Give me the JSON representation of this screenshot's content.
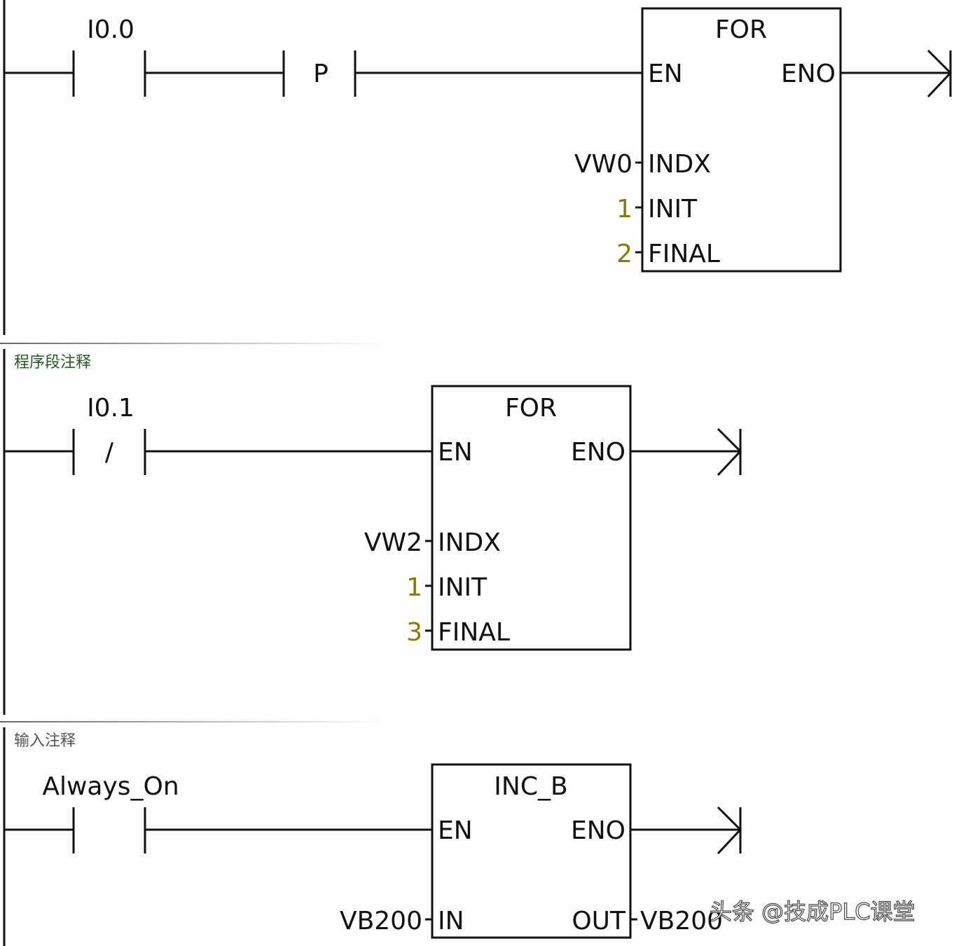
{
  "networks": [
    {
      "comment": "",
      "contact_label": "I0.0",
      "edge_label": "P",
      "box": {
        "title": "FOR",
        "en": "EN",
        "eno": "ENO",
        "params": [
          {
            "pin": "INDX",
            "value": "VW0"
          },
          {
            "pin": "INIT",
            "value": "1"
          },
          {
            "pin": "FINAL",
            "value": "2"
          }
        ]
      }
    },
    {
      "comment": "程序段注释",
      "contact_label": "I0.1",
      "contact_symbol": "/",
      "box": {
        "title": "FOR",
        "en": "EN",
        "eno": "ENO",
        "params": [
          {
            "pin": "INDX",
            "value": "VW2"
          },
          {
            "pin": "INIT",
            "value": "1"
          },
          {
            "pin": "FINAL",
            "value": "3"
          }
        ]
      }
    },
    {
      "comment": "输入注释",
      "contact_label": "Always_On",
      "box": {
        "title": "INC_B",
        "en": "EN",
        "eno": "ENO",
        "in_pin": "IN",
        "in_value": "VB200",
        "out_pin": "OUT",
        "out_value": "VB200"
      }
    }
  ],
  "watermark": "头条 @技成PLC课堂"
}
